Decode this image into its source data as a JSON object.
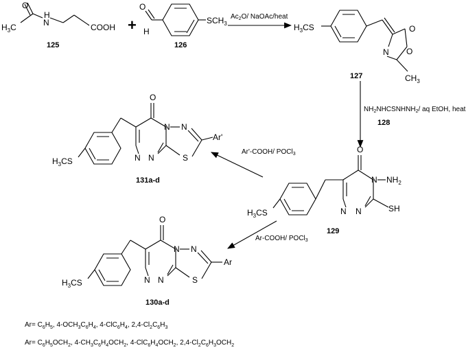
{
  "compounds": {
    "c125": "125",
    "c126": "126",
    "c127": "127",
    "c128": "128",
    "c129": "129",
    "c130": "130a-d",
    "c131": "131a-d"
  },
  "atoms": {
    "O": "O",
    "H": "H",
    "N": "N",
    "S": "S",
    "H3C": "H",
    "H3C_sub": "3",
    "H3C_c": "C",
    "COOH": "COOH",
    "SCH3": "S",
    "SCH3_ch": "CH",
    "SCH3_sub": "3",
    "H3CS": "H",
    "H3CS_sub": "3",
    "H3CS_rest": "CS",
    "CH3": "CH",
    "CH3_sub": "3",
    "NH2": "N",
    "NH2_h": "H",
    "NH2_sub": "2",
    "SH": "SH",
    "Ar": "Ar",
    "ArPrime": "Ar'",
    "plus": "+"
  },
  "conditions": {
    "step1": {
      "a": "Ac",
      "a_sub": "2",
      "b": "O/ NaOAc/heat"
    },
    "step2": {
      "a": "NH",
      "a_sub": "2",
      "b": "NHCSNHNH",
      "b_sub": "2",
      "c": "/ aq EtOH, heat"
    },
    "step3": {
      "a": "Ar'-COOH/ POCl",
      "a_sub": "3"
    },
    "step4": {
      "a": "Ar-COOH/ POCl",
      "a_sub": "3"
    }
  },
  "footnotes": {
    "line1": [
      "Ar= C",
      "6",
      "H",
      "5",
      ", 4-OCH",
      "3",
      "C",
      "6",
      "H",
      "4",
      ", 4-ClC",
      "6",
      "H",
      "4",
      ", 2,4-Cl",
      "2",
      "C",
      "6",
      "H",
      "3"
    ],
    "line2": [
      "Ar= C",
      "6",
      "H",
      "5",
      "OCH",
      "2",
      ",  4-CH",
      "3",
      "C",
      "6",
      "H",
      "4",
      "OCH",
      "2",
      ", 4-ClC",
      "6",
      "H",
      "4",
      "OCH",
      "2",
      ", 2,4-Cl",
      "2",
      "C",
      "6",
      "H",
      "3",
      "OCH",
      "2"
    ]
  }
}
